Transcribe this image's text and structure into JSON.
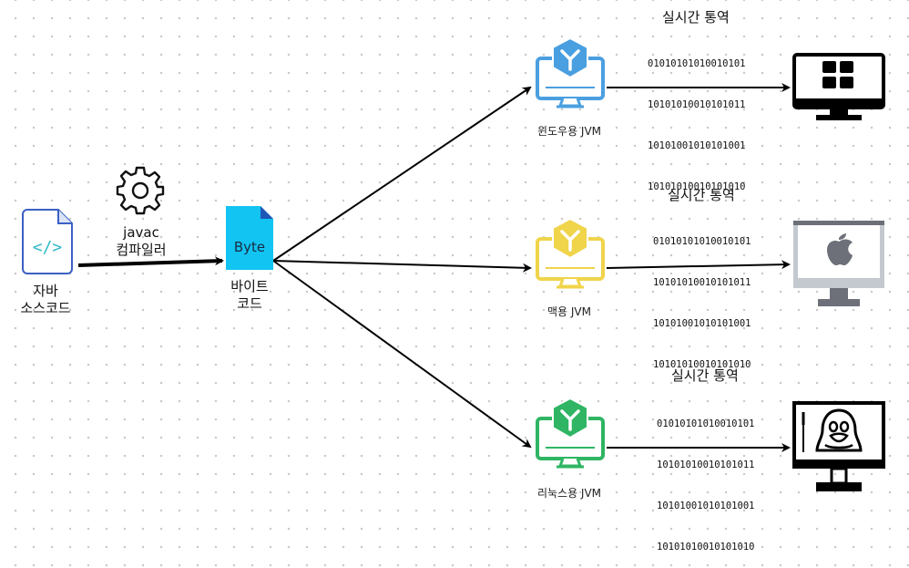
{
  "source": {
    "line1": "자바",
    "line2": "소스코드"
  },
  "compiler": {
    "line1": "javac",
    "line2": "컴파일러"
  },
  "bytecode": {
    "file_text": "Byte",
    "line1": "바이트",
    "line2": "코드"
  },
  "jvms": [
    {
      "label": "윈도우용 JVM",
      "color": "#4a9fe0",
      "translation_title": "실시간 통역",
      "binary": [
        "01010101010010101",
        "10101010010101011",
        "10101001010101001",
        "10101010010101010"
      ],
      "os": "windows"
    },
    {
      "label": "맥용 JVM",
      "color": "#f0d44a",
      "translation_title": "실시간 통역",
      "binary": [
        "01010101010010101",
        "10101010010101011",
        "10101001010101001",
        "10101010010101010"
      ],
      "os": "mac"
    },
    {
      "label": "리눅스용 JVM",
      "color": "#2fb563",
      "translation_title": "실시간 통역",
      "binary": [
        "01010101010010101",
        "10101010010101011",
        "10101001010101001",
        "10101010010101010"
      ],
      "os": "linux"
    }
  ]
}
